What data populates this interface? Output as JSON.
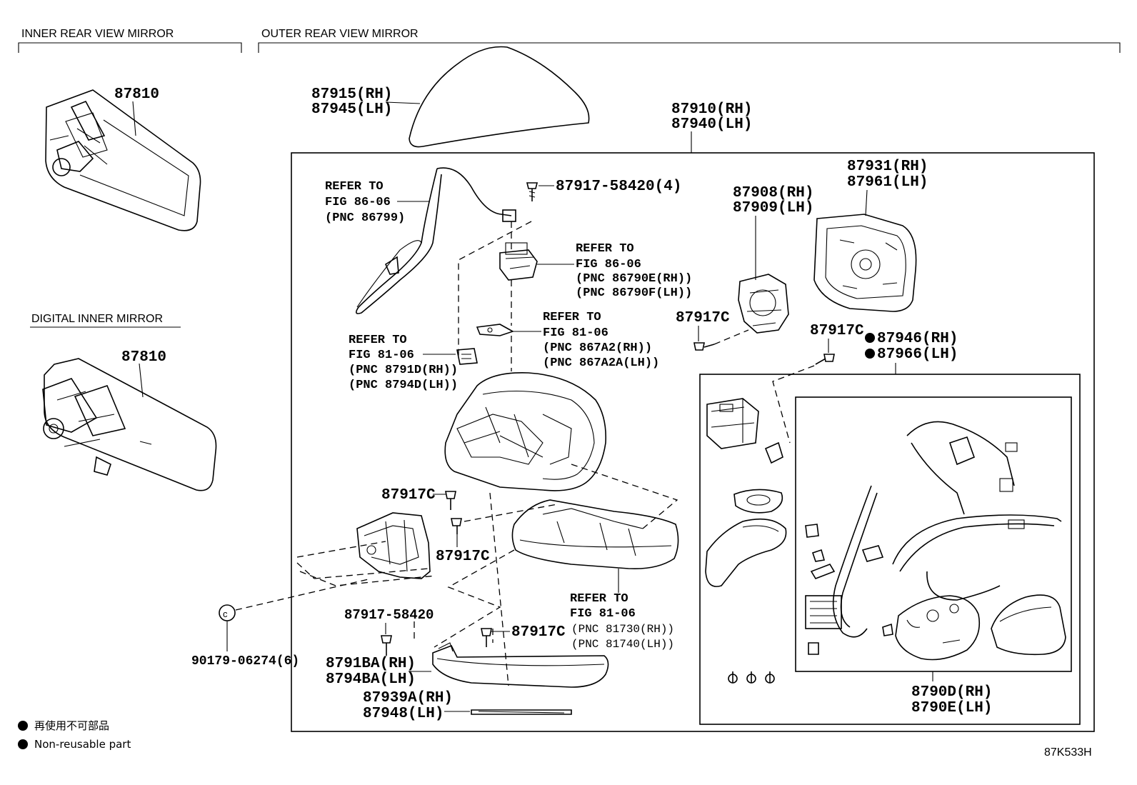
{
  "sections": {
    "inner": "INNER REAR VIEW MIRROR",
    "outer": "OUTER REAR VIEW MIRROR",
    "digital": "DIGITAL INNER MIRROR"
  },
  "parts": {
    "p87810a": "87810",
    "p87810b": "87810",
    "p87915": "87915(RH)",
    "p87945": "87945(LH)",
    "p87910": "87910(RH)",
    "p87940": "87940(LH)",
    "p87917_58420_4": "87917-58420(4)",
    "p87908": "87908(RH)",
    "p87909": "87909(LH)",
    "p87931": "87931(RH)",
    "p87961": "87961(LH)",
    "p87917c_a": "87917C",
    "p87917c_b": "87917C",
    "p87917c_c": "87917C",
    "p87917c_d": "87917C",
    "p87917c_e": "87917C",
    "p87946": "87946(RH)",
    "p87966": "87966(LH)",
    "p87917_58420": "87917-58420",
    "p90179": "90179-06274(6)",
    "p8791BA": "8791BA(RH)",
    "p8794BA": "8794BA(LH)",
    "p87939A": "87939A(RH)",
    "p87948": "87948(LH)",
    "p8790D": "8790D(RH)",
    "p8790E": "8790E(LH)"
  },
  "refs": {
    "r1": [
      "REFER TO",
      "FIG 86-06",
      "(PNC 86799)"
    ],
    "r2": [
      "REFER TO",
      "FIG 86-06",
      "(PNC 86790E(RH))",
      "(PNC 86790F(LH))"
    ],
    "r3": [
      "REFER TO",
      "FIG 81-06",
      "(PNC 867A2(RH))",
      "(PNC 867A2A(LH))"
    ],
    "r4": [
      "REFER TO",
      "FIG 81-06",
      "(PNC 8791D(RH))",
      "(PNC 8794D(LH))"
    ],
    "r5": [
      "REFER TO",
      "FIG 81-06",
      "(PNC 81730(RH))",
      "(PNC 81740(LH))"
    ]
  },
  "legend": {
    "jp": "再使用不可部品",
    "en": "Non-reusable part"
  },
  "code": "87K533H"
}
